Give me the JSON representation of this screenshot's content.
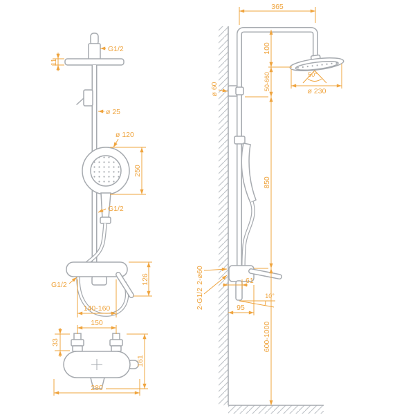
{
  "drawing": {
    "type": "technical-dimension-drawing",
    "subject": "shower column with rain head, hand shower and wall mixer",
    "colors": {
      "dimension": "#EFA43E",
      "line": "#A6AAAF",
      "background": "#FFFFFF"
    },
    "front_view": {
      "dims": {
        "top_connector": "G1/2",
        "head_edge": "11",
        "pipe_diameter": "ø 25",
        "handshower_diameter": "ø 120",
        "handshower_length": "250",
        "slide_connector": "G1/2",
        "mixer_height": "126",
        "inlet_connector": "G1/2",
        "inlet_spacing": "140-160",
        "plan_hole_spacing": "150",
        "plan_offset": "33",
        "plan_depth": "161",
        "plan_width": "280"
      }
    },
    "side_view": {
      "dims": {
        "arm_reach": "365",
        "head_height": "100",
        "adjust_range": "50-660",
        "riser_height": "850",
        "mixer_install_height": "600-1000",
        "spray_angle": "50°",
        "head_diameter": "ø 230",
        "bracket_diameter": "ø 60",
        "wall_hole": "2-ø60",
        "wall_connector": "2-G1/2",
        "spout_offset": "61",
        "spout_angle": "10°",
        "spout_reach": "95"
      }
    }
  }
}
